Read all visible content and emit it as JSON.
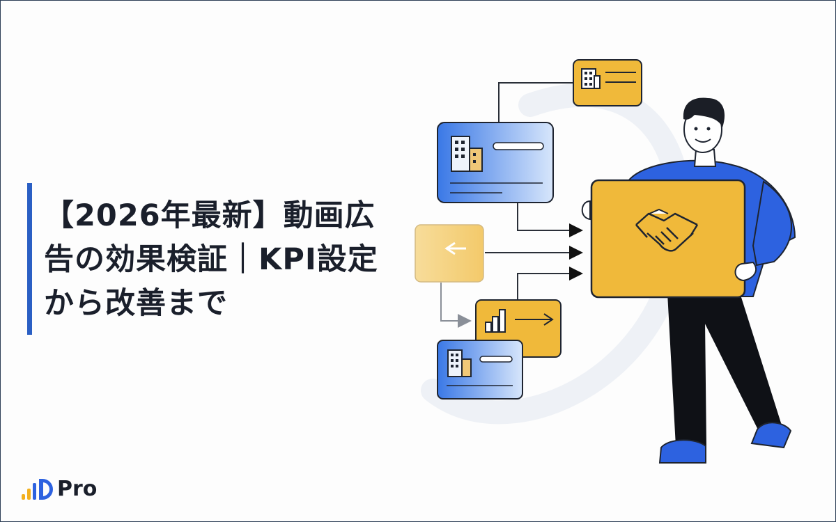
{
  "article": {
    "title_lines": [
      "【2026年最新】動画広",
      "告の効果検証｜KPI設定",
      "から改善まで"
    ]
  },
  "logo": {
    "text": "Pro",
    "colors": {
      "bar_yellow": "#f2b01e",
      "bar_blue": "#2d62e0",
      "text": "#1a1f2b"
    }
  },
  "illustration": {
    "description_icons": [
      "building-icon",
      "handshake-icon",
      "bar-chart-icon",
      "arrow-icon",
      "person"
    ]
  },
  "colors": {
    "accent_blue": "#2a5fc4",
    "card_blue": "#3d7be8",
    "card_yellow": "#f0b93a",
    "text": "#1a1f2b"
  }
}
